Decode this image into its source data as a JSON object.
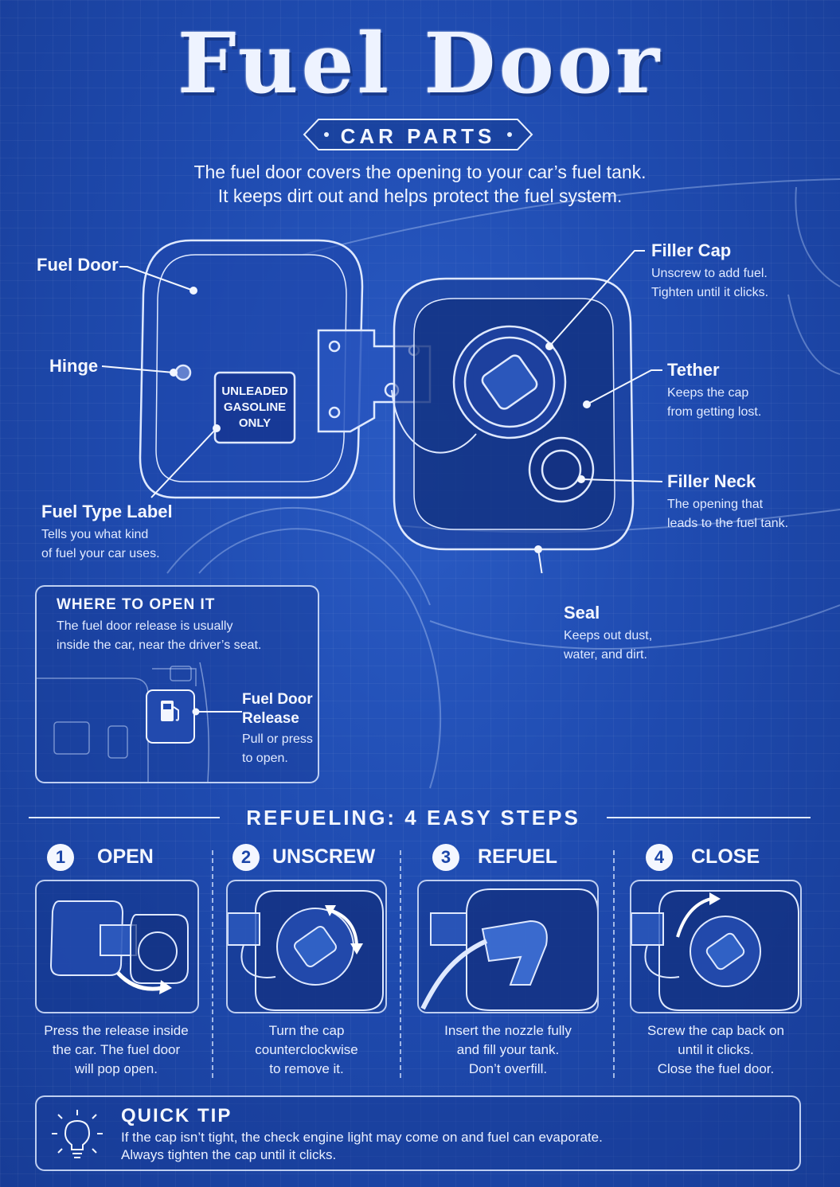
{
  "header": {
    "title": "Fuel Door",
    "subtitle": "CAR PARTS",
    "intro_line1": "The fuel door covers the opening to your car’s fuel tank.",
    "intro_line2": "It keeps dirt out and helps protect the fuel system."
  },
  "diagram": {
    "door_label_text": [
      "UNLEADED",
      "GASOLINE",
      "ONLY"
    ],
    "labels": {
      "fuel_door": {
        "title": "Fuel Door"
      },
      "hinge": {
        "title": "Hinge"
      },
      "fuel_type_label": {
        "title": "Fuel Type Label",
        "desc1": "Tells you what kind",
        "desc2": "of fuel your car uses."
      },
      "filler_cap": {
        "title": "Filler Cap",
        "desc1": "Unscrew to add fuel.",
        "desc2": "Tighten until it clicks."
      },
      "tether": {
        "title": "Tether",
        "desc1": "Keeps the cap",
        "desc2": "from getting lost."
      },
      "filler_neck": {
        "title": "Filler Neck",
        "desc1": "The opening that",
        "desc2": "leads to the fuel tank."
      },
      "seal": {
        "title": "Seal",
        "desc1": "Keeps out dust,",
        "desc2": "water, and dirt."
      }
    }
  },
  "where_to_open": {
    "title": "WHERE TO OPEN IT",
    "desc1": "The fuel door release is usually",
    "desc2": "inside the car, near the driver’s seat.",
    "release_title1": "Fuel Door",
    "release_title2": "Release",
    "release_desc1": "Pull or press",
    "release_desc2": "to open."
  },
  "steps_section": {
    "heading": "REFUELING: 4 EASY STEPS",
    "steps": [
      {
        "number": "1",
        "label": "OPEN",
        "line1": "Press the release inside",
        "line2": "the car. The fuel door",
        "line3": "will pop open."
      },
      {
        "number": "2",
        "label": "UNSCREW",
        "line1": "Turn the cap",
        "line2": "counterclockwise",
        "line3": "to remove it."
      },
      {
        "number": "3",
        "label": "REFUEL",
        "line1": "Insert the nozzle fully",
        "line2": "and fill your tank.",
        "line3": "Don’t overfill."
      },
      {
        "number": "4",
        "label": "CLOSE",
        "line1": "Screw the cap back on",
        "line2": "until it clicks.",
        "line3": "Close the fuel door."
      }
    ]
  },
  "quick_tip": {
    "title": "QUICK TIP",
    "line1": "If the cap isn’t tight, the check engine light may come on and fuel can evaporate.",
    "line2": "Always tighten the cap until it clicks."
  },
  "colors": {
    "background": "#1f4bb0",
    "line": "#dfe9ff",
    "panel_border": "#dce8ff"
  },
  "icons": [
    "fuel-pump-icon",
    "lightbulb-icon",
    "arrow-icon"
  ]
}
